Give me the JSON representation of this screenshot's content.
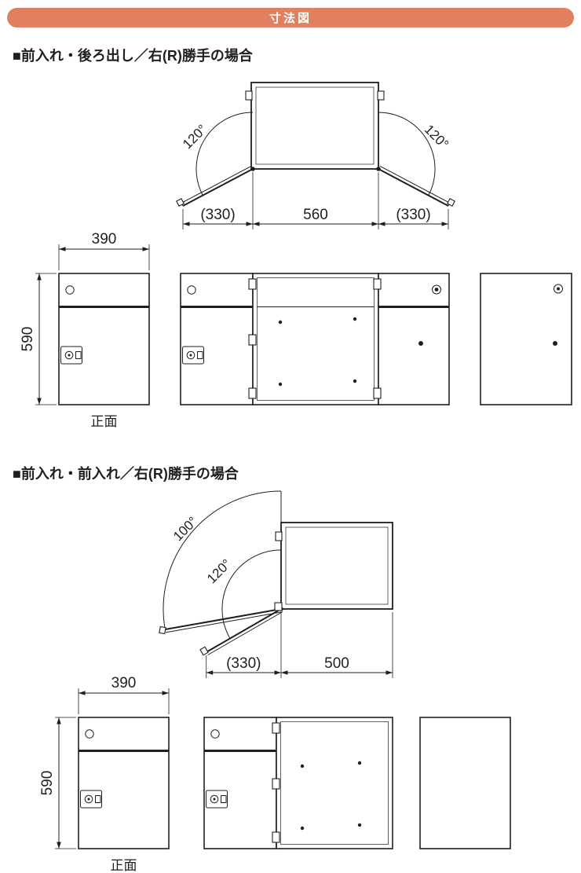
{
  "header": {
    "title": "寸法図"
  },
  "colors": {
    "accent": "#E0805F",
    "line": "#1F1F1F"
  },
  "sections": [
    {
      "heading": "■前入れ・後ろ出し／右(R)勝手の場合",
      "top_view": {
        "angle_left": "120°",
        "angle_right": "120°",
        "dim_left": "(330)",
        "dim_center": "560",
        "dim_right": "(330)"
      },
      "views": {
        "width_dim": "390",
        "height_dim": "590",
        "front_label": "正面"
      }
    },
    {
      "heading": "■前入れ・前入れ／右(R)勝手の場合",
      "top_view": {
        "angle_outer": "100°",
        "angle_inner": "120°",
        "dim_left": "(330)",
        "dim_right": "500"
      },
      "views": {
        "width_dim": "390",
        "height_dim": "590",
        "front_label": "正面"
      }
    }
  ]
}
